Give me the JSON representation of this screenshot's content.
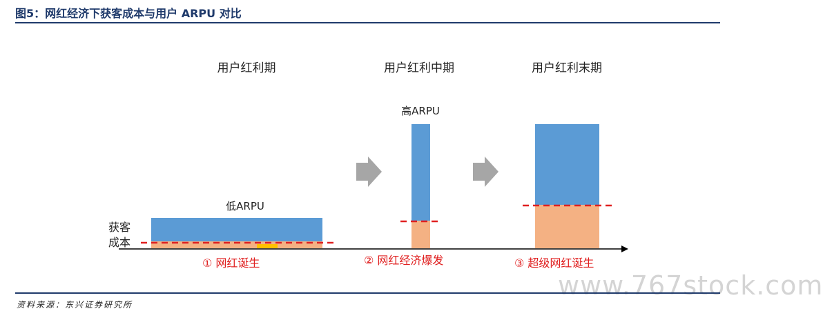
{
  "title": "图5：网红经济下获客成本与用户 ARPU 对比",
  "phases": {
    "early": "用户红利期",
    "middle": "用户红利中期",
    "late": "用户红利末期"
  },
  "bars": {
    "low_arpu": "低ARPU",
    "high_arpu": "高ARPU"
  },
  "axis_label": {
    "line1": "获客",
    "line2": "成本"
  },
  "stages": {
    "stage1": "①  网红诞生",
    "stage2": "② 网红经济爆发",
    "stage3": "③  超级网红诞生"
  },
  "source": "资料来源：东兴证券研究所",
  "watermark": "www.767stock.com",
  "colors": {
    "blue": "#5b9bd5",
    "peach": "#f4b183",
    "red": "#e02020",
    "yellow": "#ffc000",
    "arrow_gray": "#a6a6a6",
    "rule": "#1f3a6b"
  }
}
